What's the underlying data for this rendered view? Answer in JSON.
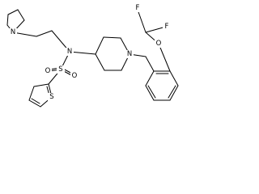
{
  "molecule": {
    "atoms": {
      "N_pyrrolidine": "N",
      "N_amine": "N",
      "N_piperidine": "N",
      "S_sulfonyl": "S",
      "O_sulfonyl_left": "O",
      "O_sulfonyl_right": "O",
      "S_thiophene": "S",
      "O_ether": "O",
      "F_top": "F",
      "F_right": "F"
    }
  }
}
